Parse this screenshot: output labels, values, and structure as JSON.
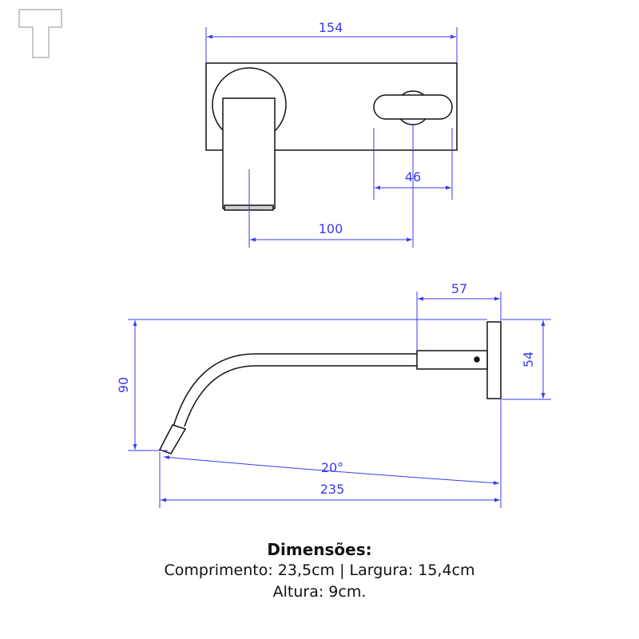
{
  "colors": {
    "dimension": "#3a3af0",
    "outline": "#111111",
    "logo": "#c8c8c8"
  },
  "logo_icon": "letter-t-logo",
  "top_view": {
    "dim_width": "154",
    "dim_lever": "46",
    "dim_spout": "100"
  },
  "side_view": {
    "dim_base": "57",
    "dim_plate": "54",
    "dim_height": "90",
    "dim_angle": "20°",
    "dim_length": "235"
  },
  "caption": {
    "title": "Dimensões:",
    "line1": "Comprimento: 23,5cm | Largura: 15,4cm",
    "line2": "Altura: 9cm."
  }
}
